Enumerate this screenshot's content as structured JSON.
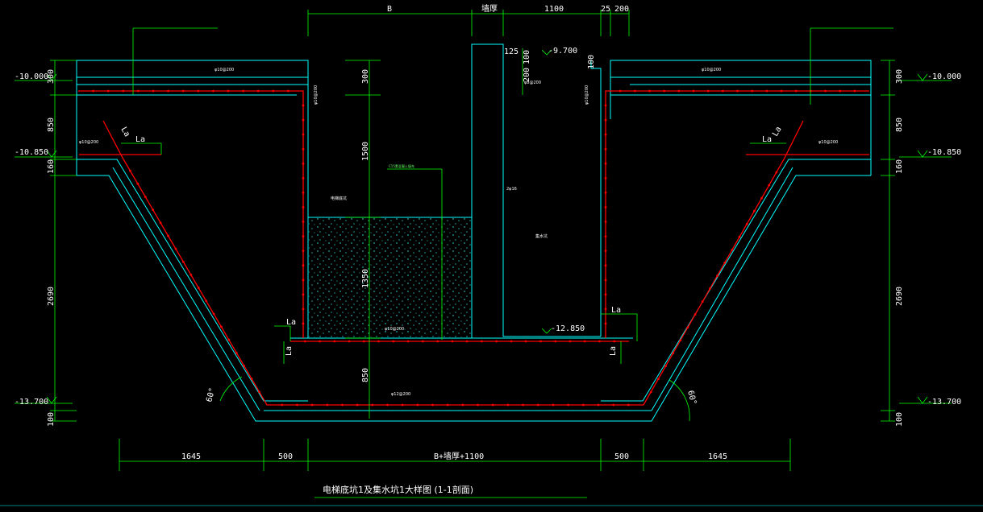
{
  "title": "电梯底坑1及集水坑1大样图 (1-1剖面)",
  "top_dims": {
    "b": "B",
    "wall_thickness": "墙厚",
    "d1100": "1100",
    "d25": "25",
    "d200": "200"
  },
  "bottom_dims": {
    "left_1645": "1645",
    "left_500": "500",
    "middle": "B+墙厚+1100",
    "right_500": "500",
    "right_1645": "1645"
  },
  "left_vertical_dims": [
    "300",
    "850",
    "160",
    "2690",
    "100"
  ],
  "right_vertical_dims": [
    "300",
    "850",
    "160",
    "2690",
    "100"
  ],
  "center_vertical_dims": [
    "300",
    "1500",
    "1350",
    "850"
  ],
  "sump_dims": [
    "125",
    "100",
    "200",
    "100"
  ],
  "levels": {
    "left_top": "-10.000",
    "left_mid": "-10.850",
    "left_bottom": "-13.700",
    "right_top": "-10.000",
    "right_mid": "-10.850",
    "right_bottom": "-13.700",
    "sump_top": "-9.700",
    "pit_bottom": "-12.850"
  },
  "anchorage_label": "La",
  "angle_label": "60°",
  "rebar_labels": {
    "top_left": "φ10@200",
    "top_right": "φ10@200",
    "ledge_left": "φ10@200",
    "ledge_right": "φ10@200",
    "bottom": "φ12@200",
    "fill_bottom": "φ10@200",
    "wall_left": "φ10@200",
    "wall_right": "φ10@200",
    "sump_bar": "2φ16",
    "sump_top": "φ8@200"
  },
  "room_labels": {
    "pit": "电梯底坑",
    "sump": "集水坑",
    "fill_note": "C15素混凝土填充"
  },
  "colors": {
    "concrete_line": "#00ffff",
    "rebar": "#ff0000",
    "dimension": "#00ff00",
    "text": "#ffffff",
    "fill_dots": "#33ffff"
  }
}
